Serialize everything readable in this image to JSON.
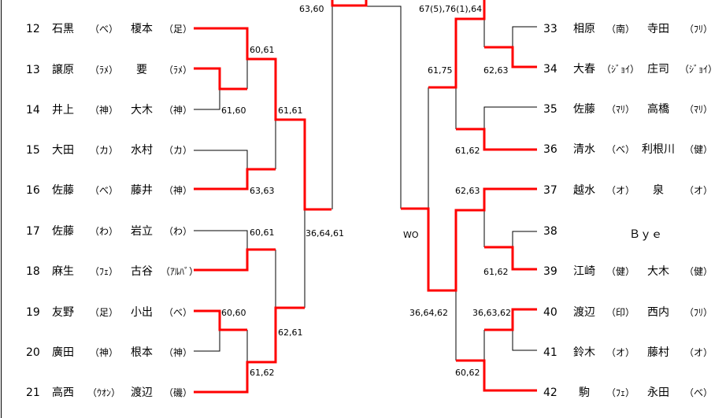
{
  "left_players": [
    {
      "no": "12",
      "name1": "石黒",
      "aff1": "（べ）",
      "name2": "榎本",
      "aff2": "（足）"
    },
    {
      "no": "13",
      "name1": "譲原",
      "aff1": "（ﾗﾒ）",
      "name2": "要",
      "aff2": "（ﾗﾒ）"
    },
    {
      "no": "14",
      "name1": "井上",
      "aff1": "（神）",
      "name2": "大木",
      "aff2": "（神）"
    },
    {
      "no": "15",
      "name1": "大田",
      "aff1": "（カ）",
      "name2": "水村",
      "aff2": "（カ）"
    },
    {
      "no": "16",
      "name1": "佐藤",
      "aff1": "（べ）",
      "name2": "藤井",
      "aff2": "（神）"
    },
    {
      "no": "17",
      "name1": "佐藤",
      "aff1": "（わ）",
      "name2": "岩立",
      "aff2": "（わ）"
    },
    {
      "no": "18",
      "name1": "麻生",
      "aff1": "（ﾌｪ）",
      "name2": "古谷",
      "aff2": "（ｱﾙﾊﾞ）"
    },
    {
      "no": "19",
      "name1": "友野",
      "aff1": "（足）",
      "name2": "小出",
      "aff2": "（べ）"
    },
    {
      "no": "20",
      "name1": "廣田",
      "aff1": "（神）",
      "name2": "根本",
      "aff2": "（神）"
    },
    {
      "no": "21",
      "name1": "高西",
      "aff1": "（ｳｵﾝ）",
      "name2": "渡辺",
      "aff2": "（磯）"
    }
  ],
  "right_players": [
    {
      "no": "33",
      "name1": "相原",
      "aff1": "（南）",
      "name2": "寺田",
      "aff2": "（ﾌﾘ）"
    },
    {
      "no": "34",
      "name1": "大春",
      "aff1": "（ｼﾞｮｲ）",
      "name2": "庄司",
      "aff2": "（ｼﾞｮｲ）"
    },
    {
      "no": "35",
      "name1": "佐藤",
      "aff1": "（ﾏﾘ）",
      "name2": "高橋",
      "aff2": "（ﾏﾘ）"
    },
    {
      "no": "36",
      "name1": "清水",
      "aff1": "（べ）",
      "name2": "利根川",
      "aff2": "（健）"
    },
    {
      "no": "37",
      "name1": "越水",
      "aff1": "（オ）",
      "name2": "泉",
      "aff2": "（オ）"
    },
    {
      "no": "38",
      "bye": "Ｂｙｅ"
    },
    {
      "no": "39",
      "name1": "江崎",
      "aff1": "（健）",
      "name2": "大木",
      "aff2": "（健）"
    },
    {
      "no": "40",
      "name1": "渡辺",
      "aff1": "（印）",
      "name2": "西内",
      "aff2": "（ﾌﾘ）"
    },
    {
      "no": "41",
      "name1": "鈴木",
      "aff1": "（オ）",
      "name2": "藤村",
      "aff2": "（オ）"
    },
    {
      "no": "42",
      "name1": "駒",
      "aff1": "（ﾌｪ）",
      "name2": "永田",
      "aff2": "（べ）"
    }
  ],
  "scores": {
    "s_63_60": "63,60",
    "s_60_61a": "60,61",
    "s_61_60": "61,60",
    "s_61_61": "61,61",
    "s_63_63": "63,63",
    "s_36_64_61": "36,64,61",
    "s_60_61b": "60,61",
    "s_60_60": "60,60",
    "s_62_61": "62,61",
    "s_61_62a": "61,62",
    "s_final_r": "67(5),76(1),64",
    "s_62_63a": "62,63",
    "s_61_75": "61,75",
    "s_61_62b": "61,62",
    "s_62_63b": "62,63",
    "s_wo": "WO",
    "s_61_62c": "61,62",
    "s_36_64_62": "36,64,62",
    "s_36_63_62": "36,63,62",
    "s_60_62": "60,62"
  },
  "colors": {
    "winner_line": "#ff0000",
    "line": "#000000"
  }
}
